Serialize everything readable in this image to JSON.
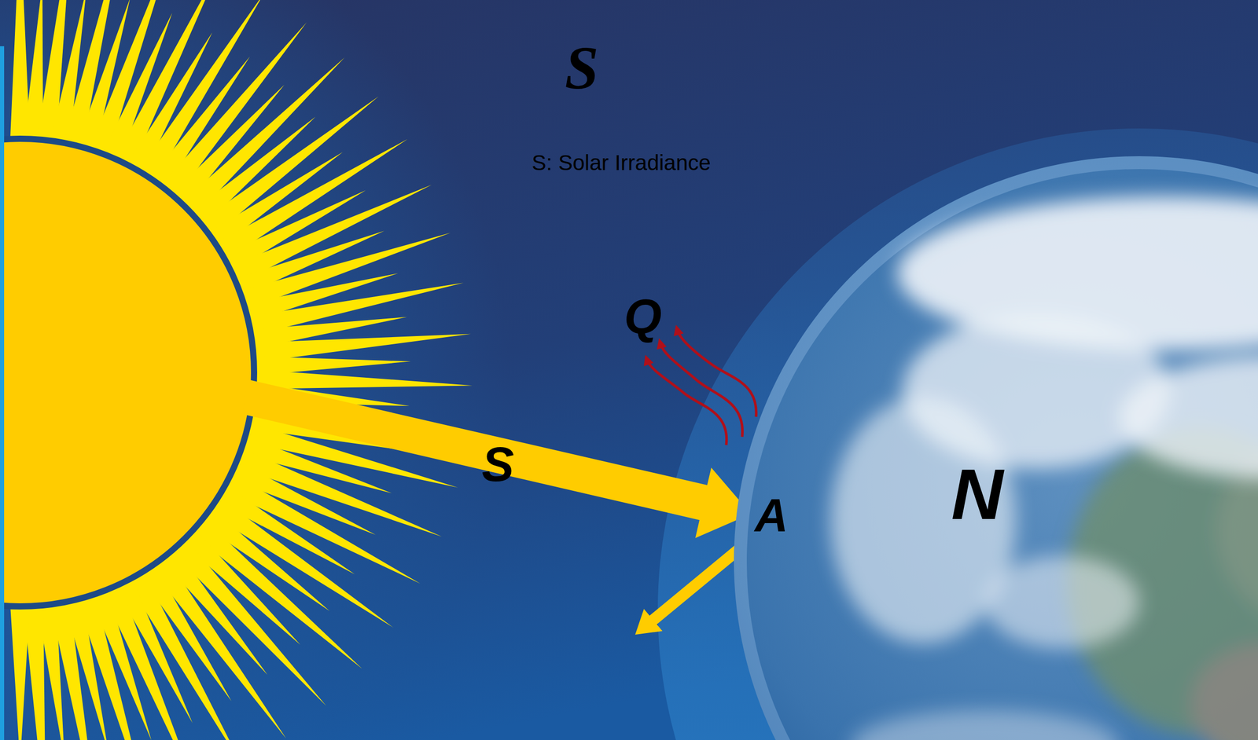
{
  "diagram": {
    "nodes": [
      {
        "text": [
          "N"
        ]
      }
    ],
    "labels": [
      "S",
      "S: Solar Irradiance",
      "Q",
      "S",
      "A"
    ]
  }
}
